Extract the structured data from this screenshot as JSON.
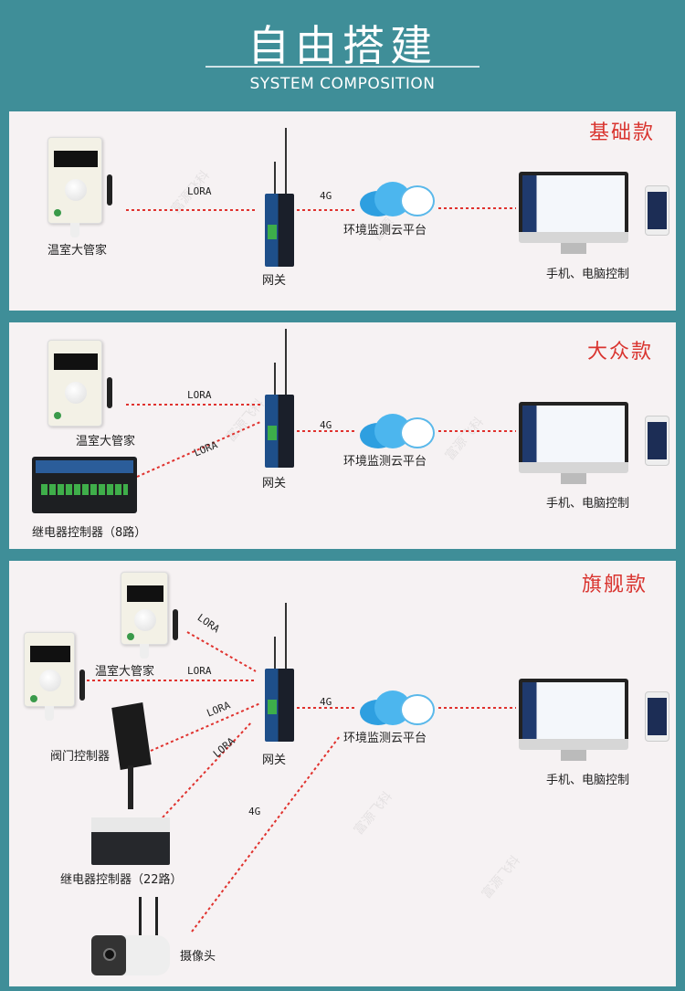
{
  "header": {
    "title": "自由搭建",
    "subtitle": "SYSTEM COMPOSITION"
  },
  "watermark": "富源飞科",
  "colors": {
    "background": "#3f8e98",
    "panel": "#f6f2f3",
    "accent": "#d9342f",
    "link": "#e0322e"
  },
  "panels": [
    {
      "variant": "基础款",
      "sensor_label": "温室大管家",
      "link_lora": "LORA",
      "gateway_label": "网关",
      "link_4g": "4G",
      "cloud_label": "环境监测云平台",
      "client_label": "手机、电脑控制"
    },
    {
      "variant": "大众款",
      "sensor_label": "温室大管家",
      "relay_label": "继电器控制器（8路）",
      "link_lora": "LORA",
      "link_lora_2": "LORA",
      "gateway_label": "网关",
      "link_4g": "4G",
      "cloud_label": "环境监测云平台",
      "client_label": "手机、电脑控制"
    },
    {
      "variant": "旗舰款",
      "sensor_label": "温室大管家",
      "valve_label": "阀门控制器",
      "relay_label": "继电器控制器（22路）",
      "camera_label": "摄像头",
      "link_lora": "LORA",
      "link_lora_2": "LORA",
      "link_lora_3": "LORA",
      "link_lora_4": "LORA",
      "link_camera_4g": "4G",
      "gateway_label": "网关",
      "link_4g": "4G",
      "cloud_label": "环境监测云平台",
      "client_label": "手机、电脑控制"
    }
  ]
}
